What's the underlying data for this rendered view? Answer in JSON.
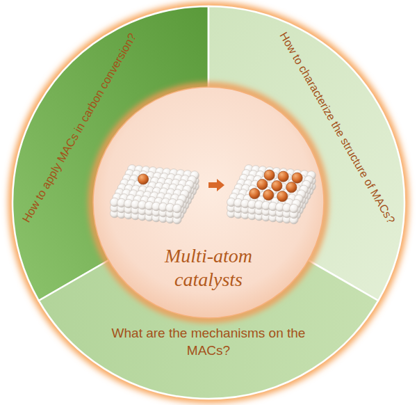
{
  "diagram": {
    "nodes": [
      {
        "text": [
          "How to apply MACs in carbon conversion?"
        ]
      },
      {
        "text": [
          "How to characterize the structure of MACs?"
        ]
      },
      {
        "text": [
          "What are the mechanisms on the MACs?"
        ]
      },
      {
        "text": [
          "Multi-atom catalysts"
        ]
      }
    ]
  }
}
